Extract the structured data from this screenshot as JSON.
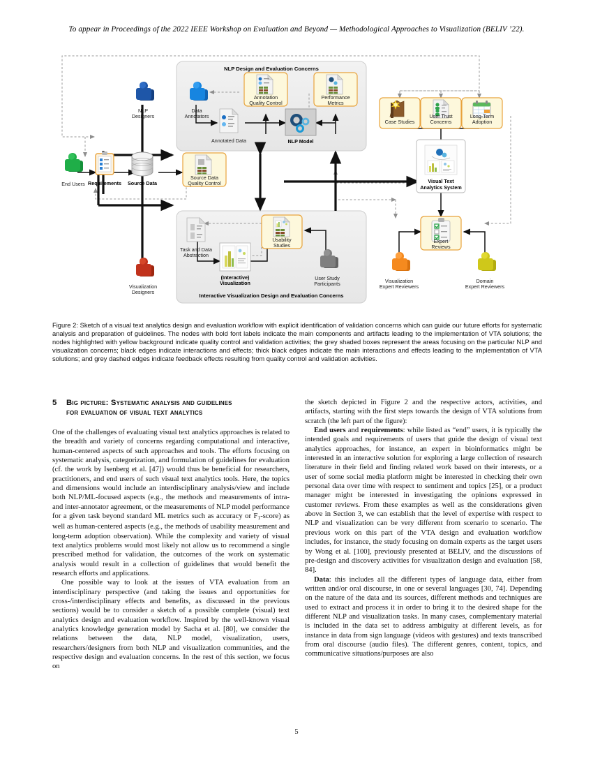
{
  "running_head": "To appear in Proceedings of the 2022 IEEE Workshop on Evaluation and Beyond — Methodological Approaches to Visualization (BELIV ’22).",
  "figure": {
    "caption": "Figure 2: Sketch of a visual text analytics design and evaluation workflow with explicit identification of validation concerns which can guide our future efforts for systematic analysis and preparation of guidelines. The nodes with bold font labels indicate the main components and artifacts leading to the implementation of VTA solutions; the nodes highlighted with yellow background indicate quality control and validation activities; the grey shaded boxes represent the areas focusing on the particular NLP and visualization concerns; black edges indicate interactions and effects; thick black edges indicate the main interactions and effects leading to the implementation of VTA solutions; and grey dashed edges indicate feedback effects resulting from quality control and validation activities.",
    "regions": [
      {
        "id": "nlp-region",
        "title": "NLP Design and Evaluation Concerns"
      },
      {
        "id": "vis-region",
        "title": "Interactive Visualization Design and Evaluation Concerns"
      }
    ],
    "nodes": [
      {
        "id": "end-users",
        "label_line1": "End Users",
        "label_line2": "",
        "style": "actor",
        "color": "#22b04a"
      },
      {
        "id": "requirements",
        "label_line1": "Requirements",
        "label_line2": "",
        "style": "artifact-bold",
        "color": "#e8a33d"
      },
      {
        "id": "source-data",
        "label_line1": "Source Data",
        "label_line2": "",
        "style": "artifact-bold",
        "color": "#c9c9c9"
      },
      {
        "id": "source-data-qc",
        "label_line1": "Source Data",
        "label_line2": "Quality Control",
        "style": "quality",
        "color": "#fdf8dc"
      },
      {
        "id": "nlp-designers",
        "label_line1": "NLP",
        "label_line2": "Designers",
        "style": "actor",
        "color": "#1a4f9c"
      },
      {
        "id": "visualization-designers",
        "label_line1": "Visualization",
        "label_line2": "Designers",
        "style": "actor",
        "color": "#c1321c"
      },
      {
        "id": "data-annotators",
        "label_line1": "Data",
        "label_line2": "Annotators",
        "style": "actor",
        "color": "#1785e0"
      },
      {
        "id": "annotated-data",
        "label_line1": "Annotated Data",
        "label_line2": "",
        "style": "artifact",
        "color": "#e9e9e9"
      },
      {
        "id": "annotation-quality-control",
        "label_line1": "Annotation",
        "label_line2": "Quality Control",
        "style": "quality",
        "color": "#fdf8dc"
      },
      {
        "id": "nlp-model",
        "label_line1": "NLP Model",
        "label_line2": "",
        "style": "artifact-bold",
        "color": "#cfcfcf"
      },
      {
        "id": "performance-metrics",
        "label_line1": "Performance",
        "label_line2": "Metrics",
        "style": "quality",
        "color": "#fdf8dc"
      },
      {
        "id": "task-and-data-abstraction",
        "label_line1": "Task and Data",
        "label_line2": "Abstraction",
        "style": "artifact",
        "color": "#e9e9e9"
      },
      {
        "id": "interactive-visualization",
        "label_line1": "(Interactive)",
        "label_line2": "Visualization",
        "style": "artifact-bold",
        "color": "#ffffff"
      },
      {
        "id": "usability-studies",
        "label_line1": "Usability",
        "label_line2": "Studies",
        "style": "quality",
        "color": "#fdf8dc"
      },
      {
        "id": "user-study-participants",
        "label_line1": "User Study",
        "label_line2": "Participants",
        "style": "actor",
        "color": "#7a7a7a"
      },
      {
        "id": "case-studies",
        "label_line1": "Case Studies",
        "label_line2": "",
        "style": "quality",
        "color": "#fdf8dc"
      },
      {
        "id": "user-trust-concerns",
        "label_line1": "User Trust",
        "label_line2": "Concerns",
        "style": "quality",
        "color": "#fdf8dc"
      },
      {
        "id": "long-term-adoption",
        "label_line1": "Long-Term",
        "label_line2": "Adoption",
        "style": "quality",
        "color": "#fdf8dc"
      },
      {
        "id": "visual-text-analytics-system",
        "label_line1": "Visual Text",
        "label_line2": "Analytics System",
        "style": "artifact-bold",
        "color": "#ffffff"
      },
      {
        "id": "expert-reviews",
        "label_line1": "Expert",
        "label_line2": "Reviews",
        "style": "quality",
        "color": "#fdf8dc"
      },
      {
        "id": "visualization-expert-reviewers",
        "label_line1": "Visualization",
        "label_line2": "Expert Reviewers",
        "style": "actor",
        "color": "#f58a1f"
      },
      {
        "id": "domain-expert-reviewers",
        "label_line1": "Domain",
        "label_line2": "Expert Reviewers",
        "style": "actor",
        "color": "#cfc81a"
      }
    ]
  },
  "section": {
    "number": "5",
    "title_line1": "Big picture: Systematic analysis and guidelines",
    "title_line2": "for evaluation of visual text analytics"
  },
  "left_column": {
    "p1": "One of the challenges of evaluating visual text analytics approaches is related to the breadth and variety of concerns regarding computational and interactive, human-centered aspects of such approaches and tools. The efforts focusing on systematic analysis, categorization, and formulation of guidelines for evaluation (cf. the work by Isenberg et al. [47]) would thus be beneficial for researchers, practitioners, and end users of such visual text analytics tools. Here, the topics and dimensions would include an interdisciplinary analysis/view and include both NLP/ML-focused aspects (e.g., the methods and measurements of intra- and inter-annotator agreement, or the measurements of NLP model performance for a given task beyond standard ML metrics such as accuracy or F",
    "p1_sub": "1",
    "p1_cont": "-score) as well as human-centered aspects (e.g., the methods of usability measurement and long-term adoption observation). While the complexity and variety of visual text analytics problems would most likely not allow us to recommend a single prescribed method for validation, the outcomes of the work on systematic analysis would result in a collection of guidelines that would benefit the research efforts and applications.",
    "p2": "One possible way to look at the issues of VTA evaluation from an interdisciplinary perspective (and taking the issues and opportunities for cross-/interdisciplinary effects and benefits, as discussed in the previous sections) would be to consider a sketch of a possible complete (visual) text analytics design and evaluation workflow. Inspired by the well-known visual analytics knowledge generation model by Sacha et al. [80], we consider the relations between the data, NLP model, visualization, users, researchers/designers from both NLP and visualization communities, and the respective design and evaluation concerns. In the rest of this section, we focus on"
  },
  "right_column": {
    "p1": "the sketch depicted in Figure 2 and the respective actors, activities, and artifacts, starting with the first steps towards the design of VTA solutions from scratch (the left part of the figure):",
    "p2_lead": "End users",
    "p2_mid": " and ",
    "p2_lead2": "requirements",
    "p2": ": while listed as “end” users, it is typically the intended goals and requirements of users that guide the design of visual text analytics approaches, for instance, an expert in bioinformatics might be interested in an interactive solution for exploring a large collection of research literature in their field and finding related work based on their interests, or a user of some social media platform might be interested in checking their own personal data over time with respect to sentiment and topics [25], or a product manager might be interested in investigating the opinions expressed in customer reviews. From these examples as well as the considerations given above in Section 3, we can establish that the level of expertise with respect to NLP and visualization can be very different from scenario to scenario. The previous work on this part of the VTA design and evaluation workflow includes, for instance, the study focusing on domain experts as the target users by Wong et al. [100], previously presented at BELIV, and the discussions of pre-design and discovery activities for visualization design and evaluation [58, 84].",
    "p3_lead": "Data",
    "p3": ": this includes all the different types of language data, either from written and/or oral discourse, in one or several languages [30, 74]. Depending on the nature of the data and its sources, different methods and techniques are used to extract and process it in order to bring it to the desired shape for the different NLP and visualization tasks. In many cases, complementary material is included in the data set to address ambiguity at different levels, as for instance in data from sign language (videos with gestures) and texts transcribed from oral discourse (audio files). The different genres, content, topics, and communicative situations/purposes are also"
  },
  "folio": "5"
}
